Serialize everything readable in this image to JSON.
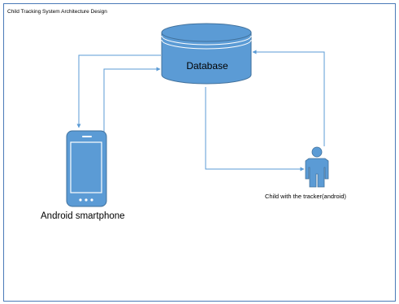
{
  "diagram": {
    "title": "Child Tracking System Architecture Design",
    "nodes": {
      "database": {
        "label": "Database",
        "shape": "cylinder-icon"
      },
      "phone": {
        "label": "Android smartphone",
        "shape": "smartphone-icon"
      },
      "child": {
        "label": "Child with the tracker(android)",
        "shape": "person-icon"
      }
    },
    "edges": [
      {
        "from": "database",
        "to": "phone"
      },
      {
        "from": "phone",
        "to": "database"
      },
      {
        "from": "database",
        "to": "child"
      },
      {
        "from": "child",
        "to": "database"
      }
    ],
    "colors": {
      "shape_fill": "#5b9bd5",
      "shape_stroke": "#41719c",
      "line": "#5b9bd5"
    }
  }
}
